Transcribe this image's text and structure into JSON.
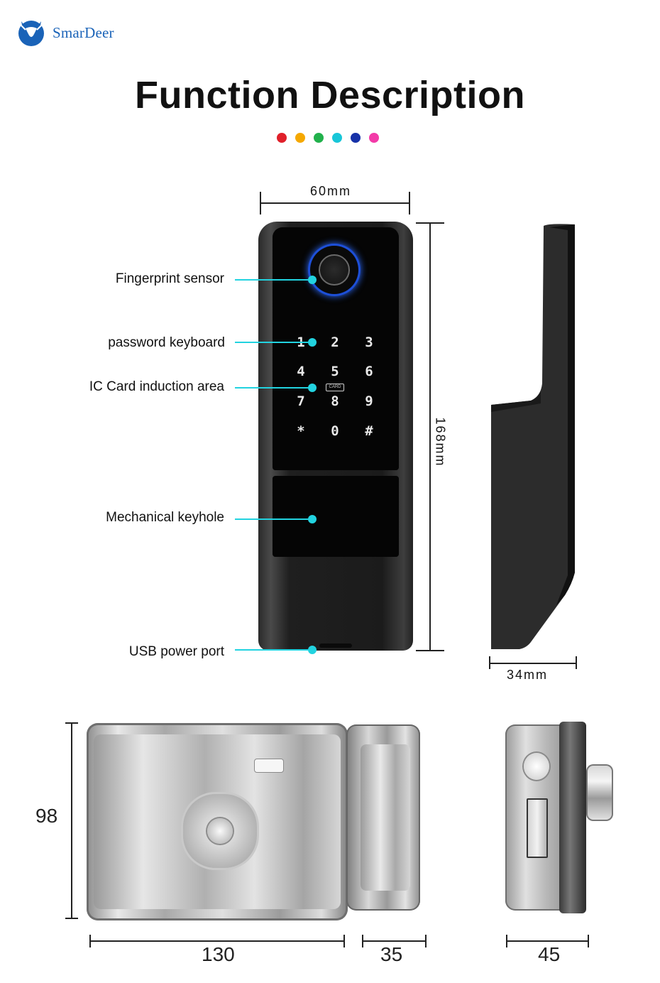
{
  "brand": {
    "name": "SmarDeer"
  },
  "title": "Function Description",
  "palette": [
    "#e0202a",
    "#f5a800",
    "#22b14c",
    "#18c6d8",
    "#1732a8",
    "#f33aa8"
  ],
  "dimensions": {
    "width": "60mm",
    "height": "168mm",
    "depth": "34mm",
    "mech_height": "98",
    "mech_width": "130",
    "mech_depth": "35",
    "mech_side": "45"
  },
  "callouts": {
    "fingerprint": "Fingerprint sensor",
    "keyboard": "password keyboard",
    "ic_card": "IC Card induction area",
    "keyhole": "Mechanical keyhole",
    "usb": "USB power port"
  },
  "keypad": {
    "keys": [
      "1",
      "2",
      "3",
      "4",
      "5",
      "6",
      "7",
      "8",
      "9",
      "*",
      "0",
      "#"
    ],
    "card_label": "CARD"
  }
}
